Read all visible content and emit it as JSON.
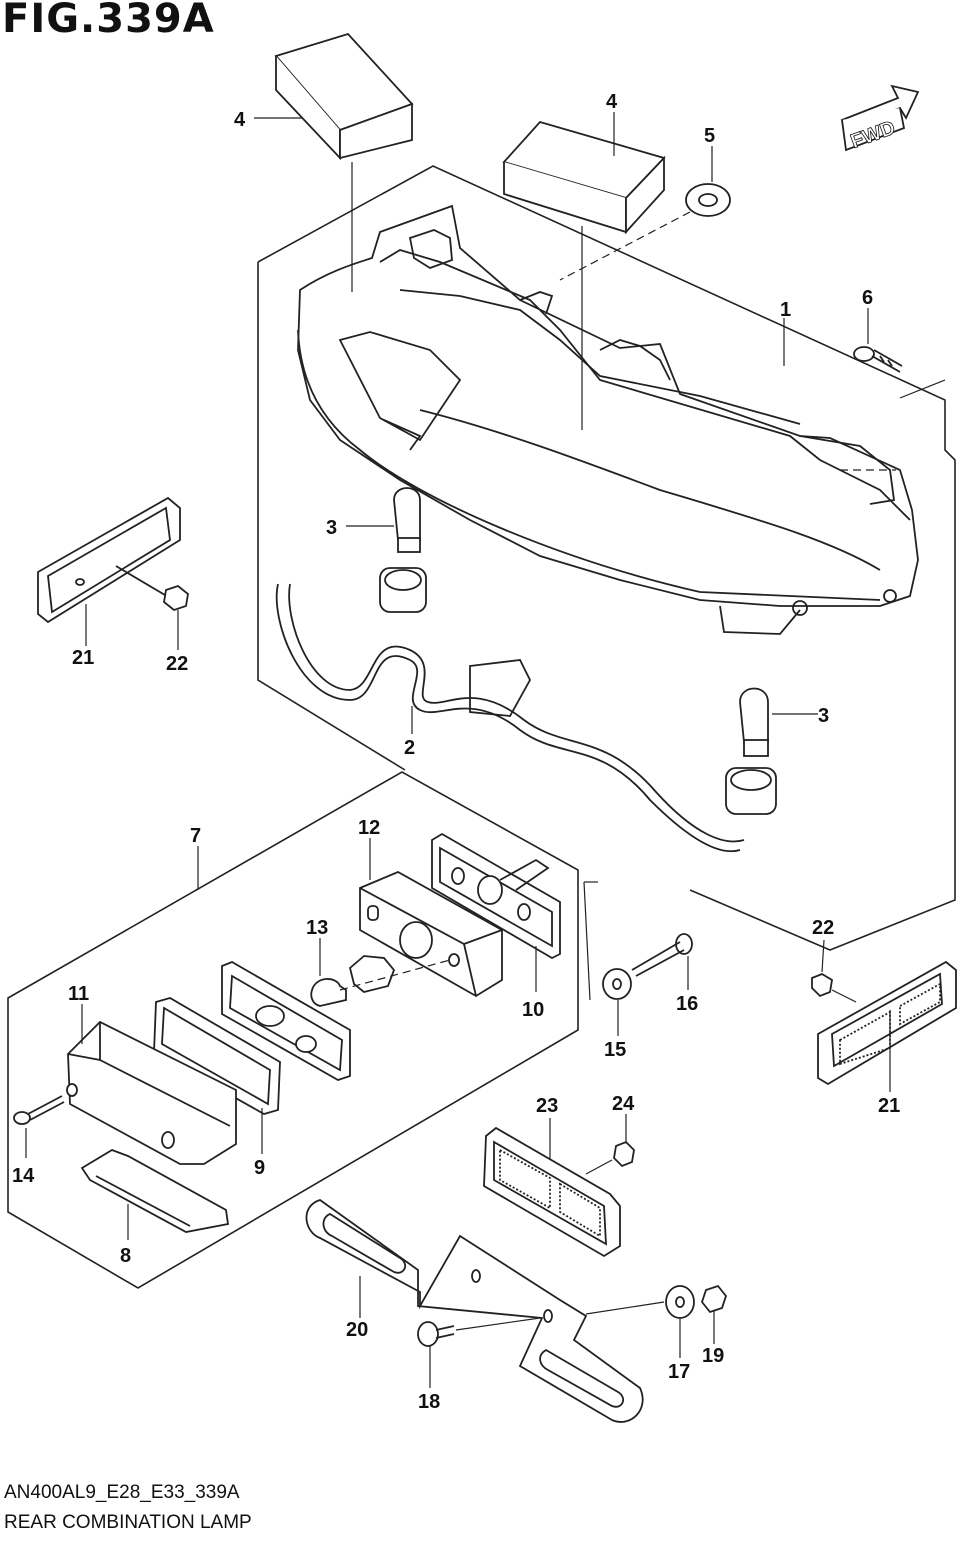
{
  "figure": {
    "title": "FIG.339A",
    "fwd_label": "FWD",
    "code": "AN400AL9_E28_E33_339A",
    "name": "REAR COMBINATION LAMP"
  },
  "callouts": [
    "1",
    "2",
    "3",
    "3",
    "4",
    "4",
    "5",
    "6",
    "7",
    "8",
    "9",
    "10",
    "11",
    "12",
    "13",
    "14",
    "15",
    "16",
    "17",
    "18",
    "19",
    "20",
    "21",
    "21",
    "22",
    "22",
    "23",
    "24"
  ]
}
